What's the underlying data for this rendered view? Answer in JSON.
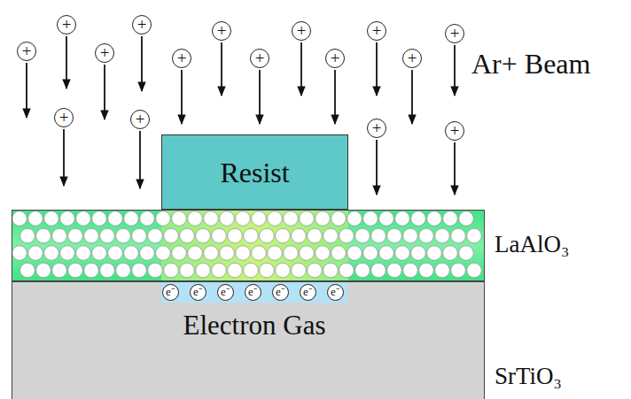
{
  "diagram": {
    "nodes": [
      {
        "text": [
          "+"
        ]
      },
      {
        "text": [
          "+"
        ]
      },
      {
        "text": [
          "+"
        ]
      },
      {
        "text": [
          "+"
        ]
      },
      {
        "text": [
          "+"
        ]
      },
      {
        "text": [
          "+"
        ]
      },
      {
        "text": [
          "+"
        ]
      },
      {
        "text": [
          "+"
        ]
      },
      {
        "text": [
          "+"
        ]
      },
      {
        "text": [
          "+"
        ]
      },
      {
        "text": [
          "+"
        ]
      },
      {
        "text": [
          "+"
        ]
      },
      {
        "text": [
          "+"
        ]
      },
      {
        "text": [
          "+"
        ]
      },
      {
        "text": [
          "+"
        ]
      },
      {
        "text": [
          "+"
        ]
      },
      {
        "text": [
          "Resist"
        ]
      },
      {
        "text": [
          "LaAlO₃"
        ]
      },
      {
        "text": [
          "SrTiO₃"
        ]
      },
      {
        "text": [
          "Electron Gas"
        ],
        "in": 18
      },
      {
        "text": [
          "e⁻"
        ],
        "in": 19
      },
      {
        "text": [
          "e⁻"
        ],
        "in": 19
      },
      {
        "text": [
          "e⁻"
        ],
        "in": 19
      },
      {
        "text": [
          "e⁻"
        ],
        "in": 19
      },
      {
        "text": [
          "e⁻"
        ],
        "in": 19
      },
      {
        "text": [
          "e⁻"
        ],
        "in": 19
      },
      {
        "text": [
          "e⁻"
        ],
        "in": 19
      }
    ],
    "labels": [
      "Ar+ Beam"
    ]
  }
}
